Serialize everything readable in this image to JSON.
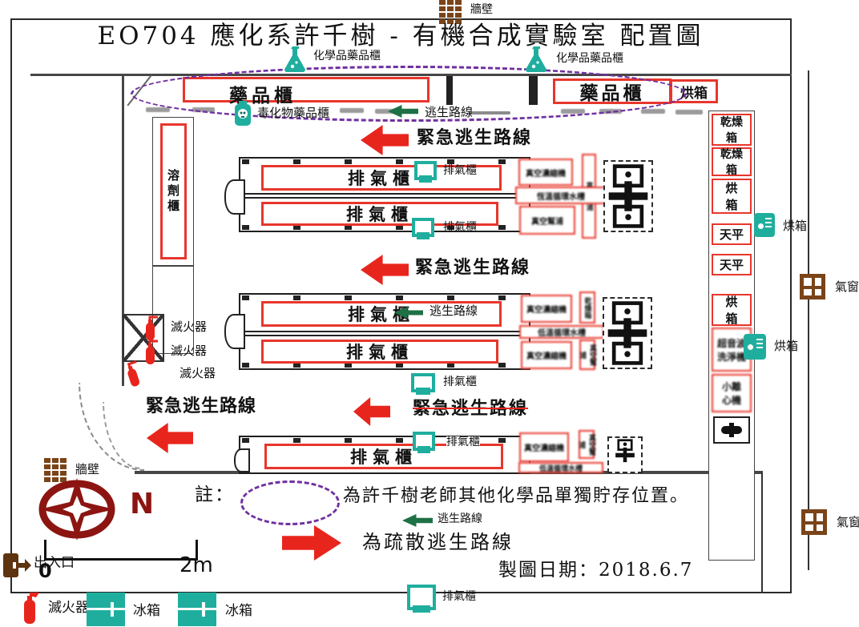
{
  "title": "EO704 應化系許千樹 - 有機合成實驗室 配置圖",
  "colors": {
    "teal": "#1fae9e",
    "red": "#e8251d",
    "purple": "#7030a0",
    "green": "#1e7145",
    "maroon": "#8c1511",
    "brown": "#7a4418"
  },
  "labels": {
    "wall": "牆壁",
    "chem_cabinet": "化學品藥品櫃",
    "medicine_cabinet": "藥品櫃",
    "toxic_cabinet": "毒化物藥品櫃",
    "escape_route": "逃生路線",
    "emergency_escape_route": "緊急逃生路線",
    "fume_hood": "排氣櫃",
    "solvent_cabinet": "溶劑櫃",
    "fire_extinguisher": "滅火器",
    "oven": "烘箱",
    "drying_oven": "乾燥箱",
    "balance": "天平",
    "ultrasonic_cleaner": "超音波洗淨機",
    "mini_centrifuge": "小離心機",
    "vacuum_concentrator": "真空濃縮機",
    "circulating_bath": "恆溫循環水槽",
    "low_temp_bath": "低溫循環水槽",
    "vacuum_pump": "真空幫浦",
    "window": "氣窗",
    "entrance": "出入口",
    "fridge": "冰箱",
    "north": "N"
  },
  "note": {
    "prefix": "註：",
    "storage_text": "為許千樹老師其他化學品單獨貯存位置。",
    "escape_route": "逃生路線",
    "evacuation_text": "為疏散逃生路線"
  },
  "scale": {
    "zero": "0",
    "max": "2m"
  },
  "footer": {
    "date": "製圖日期：2018.6.7"
  }
}
